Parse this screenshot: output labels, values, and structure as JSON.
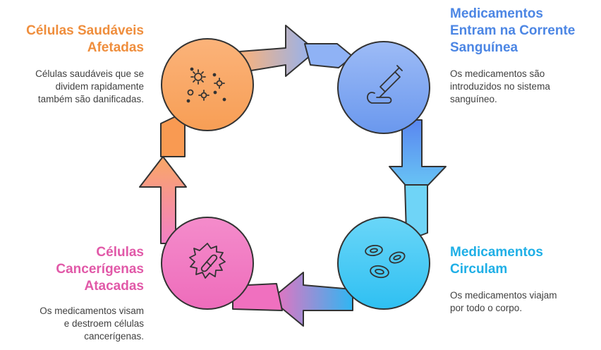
{
  "colors": {
    "orange": "#F9A765",
    "blue": "#7FA8F2",
    "cyan": "#4CC9F5",
    "pink": "#F07DC3",
    "outline": "#333333"
  },
  "steps": [
    {
      "title": "Células Saudáveis\nAfetadas",
      "description": "Células saudáveis que se\ndividem rapidamente\ntambém são danificadas.",
      "icon": "cells-icon"
    },
    {
      "title": "Medicamentos\nEntram na Corrente\nSanguínea",
      "description": "Os medicamentos são\nintroduzidos no sistema\nsanguíneo.",
      "icon": "syringe-icon"
    },
    {
      "title": "Medicamentos\nCirculam",
      "description": "Os medicamentos viajam\npor todo o corpo.",
      "icon": "blood-cells-icon"
    },
    {
      "title": "Células\nCancerígenas\nAtacadas",
      "description": "Os medicamentos visam\ne destroem células\ncancerígenas.",
      "icon": "cancer-cell-icon"
    }
  ]
}
